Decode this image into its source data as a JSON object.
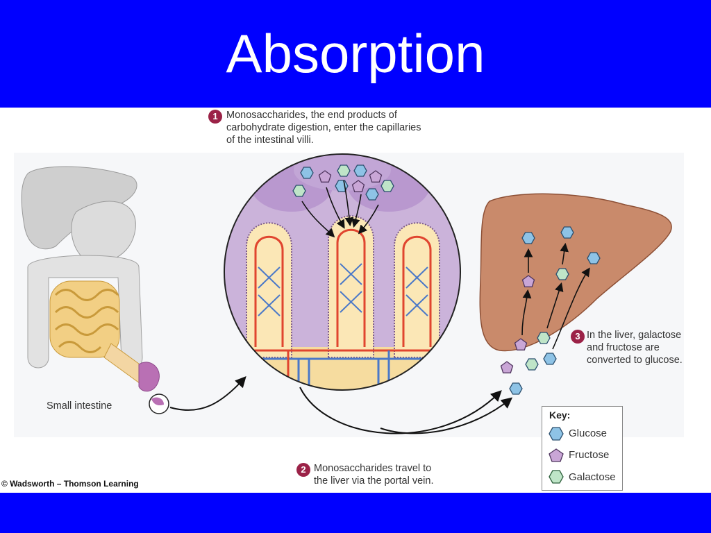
{
  "slide": {
    "title": "Absorption",
    "colors": {
      "banner": "#0000ff",
      "step_badge": "#9b2247",
      "glucose": "#8ec3e6",
      "fructose": "#c9a6d6",
      "galactose": "#bfe5c8"
    }
  },
  "diagram": {
    "step1": {
      "number": "1",
      "lines": [
        "Monosaccharides, the end products of",
        "carbohydrate digestion, enter the capillaries",
        "of the intestinal villi."
      ]
    },
    "step2": {
      "number": "2",
      "lines": [
        "Monosaccharides travel to",
        "the liver via the portal vein."
      ]
    },
    "step3": {
      "number": "3",
      "lines": [
        "In the liver, galactose",
        "and fructose are",
        "converted to glucose."
      ]
    },
    "small_intestine_label": "Small intestine",
    "copyright": "© Wadsworth – Thomson Learning",
    "key": {
      "title": "Key:",
      "items": [
        {
          "label": "Glucose",
          "shape": "hexagon",
          "color": "#8ec3e6"
        },
        {
          "label": "Fructose",
          "shape": "pentagon",
          "color": "#c9a6d6"
        },
        {
          "label": "Galactose",
          "shape": "hexagon",
          "color": "#bfe5c8"
        }
      ]
    }
  }
}
